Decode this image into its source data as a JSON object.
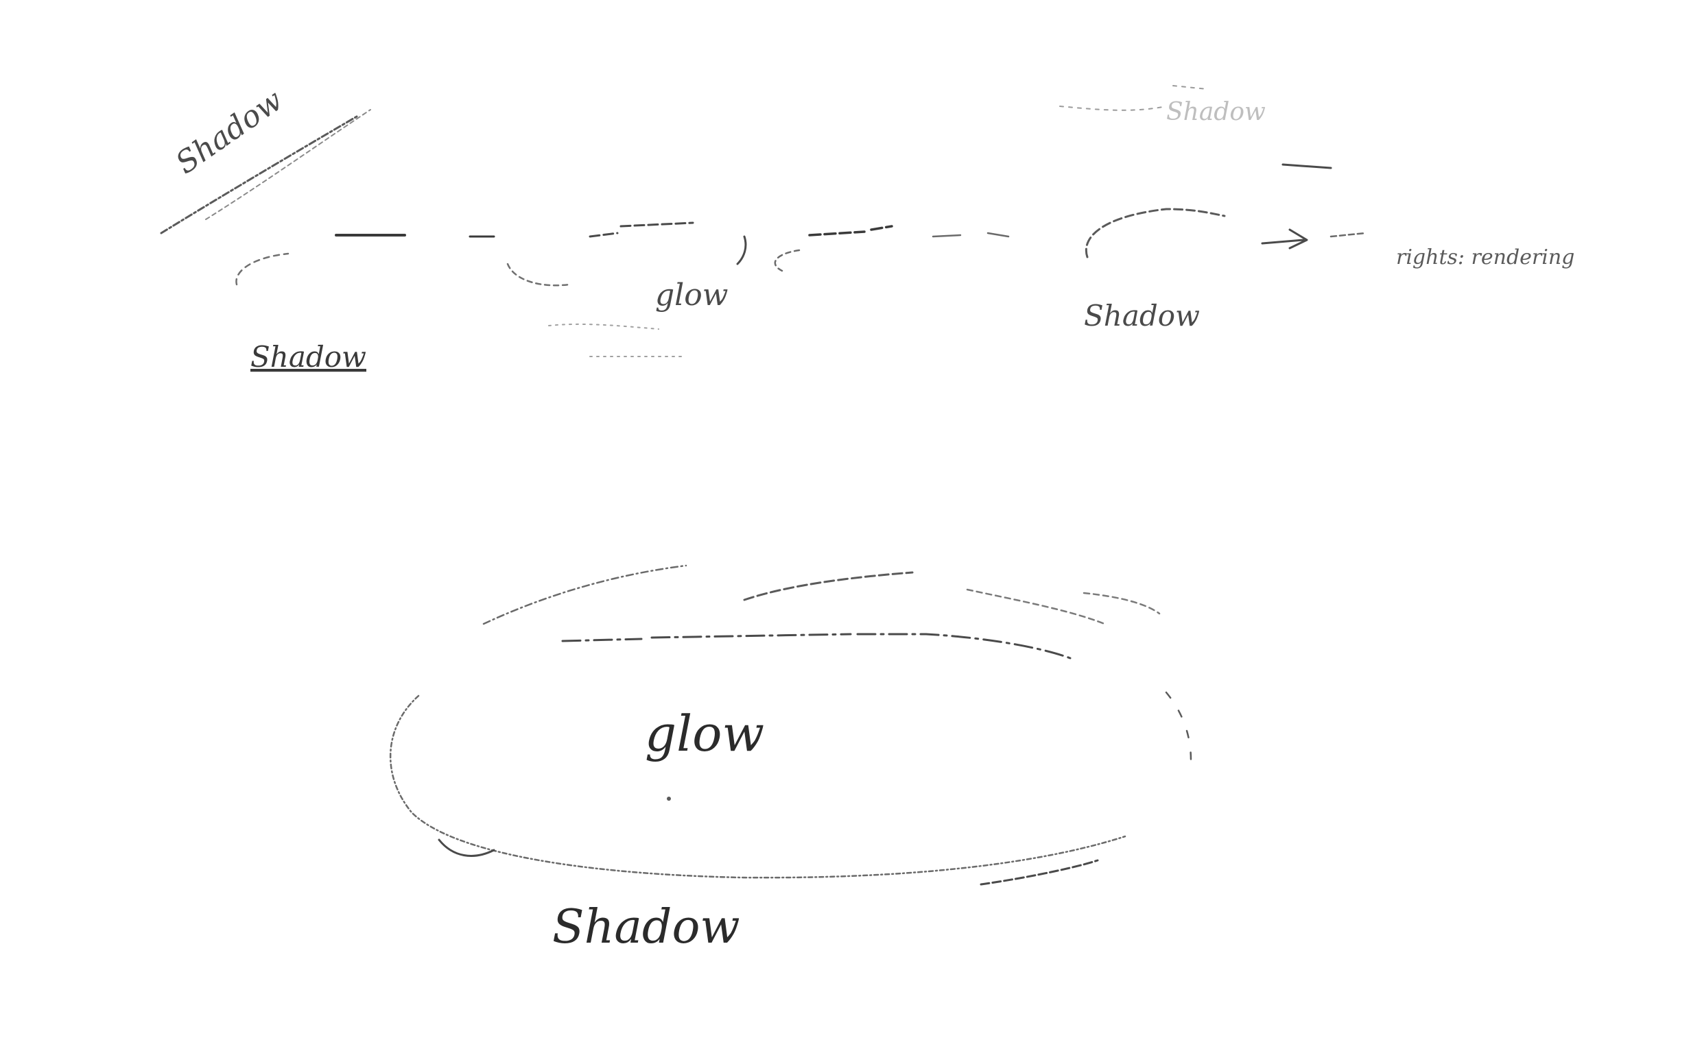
{
  "colors": {
    "background": "#ffffff",
    "ink": "#4a4a4a",
    "ink_dark": "#2b2b2b"
  },
  "labels": {
    "top_left_diagonal": "Shadow",
    "top_left_below": "Shadow",
    "top_center_glow": "glow",
    "top_right_above": "Shadow",
    "top_right_below": "Shadow",
    "top_right_side": "rights: rendering",
    "bottom_glow": "glow",
    "bottom_shadow": "Shadow"
  }
}
